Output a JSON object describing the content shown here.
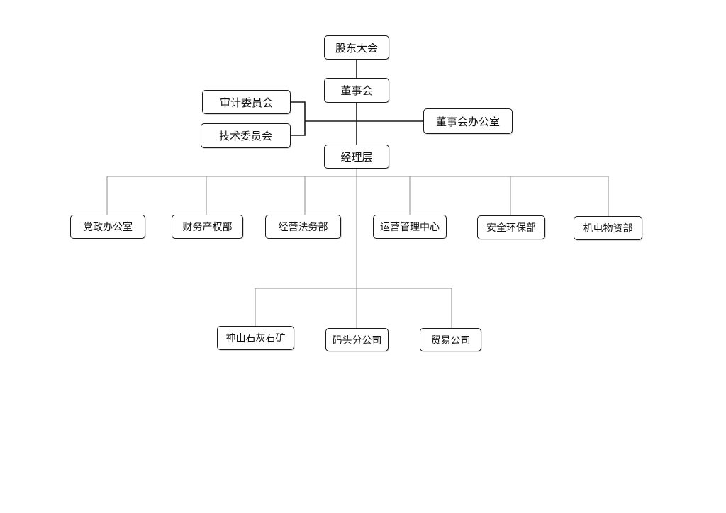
{
  "org_chart": {
    "shareholders_meeting": "股东大会",
    "board": "董事会",
    "audit_committee": "审计委员会",
    "technical_committee": "技术委员会",
    "board_office": "董事会办公室",
    "management": "经理层",
    "departments": [
      "党政办公室",
      "财务产权部",
      "经营法务部",
      "运营管理中心",
      "安全环保部",
      "机电物资部"
    ],
    "subsidiaries": [
      "神山石灰石矿",
      "码头分公司",
      "贸易公司"
    ]
  }
}
